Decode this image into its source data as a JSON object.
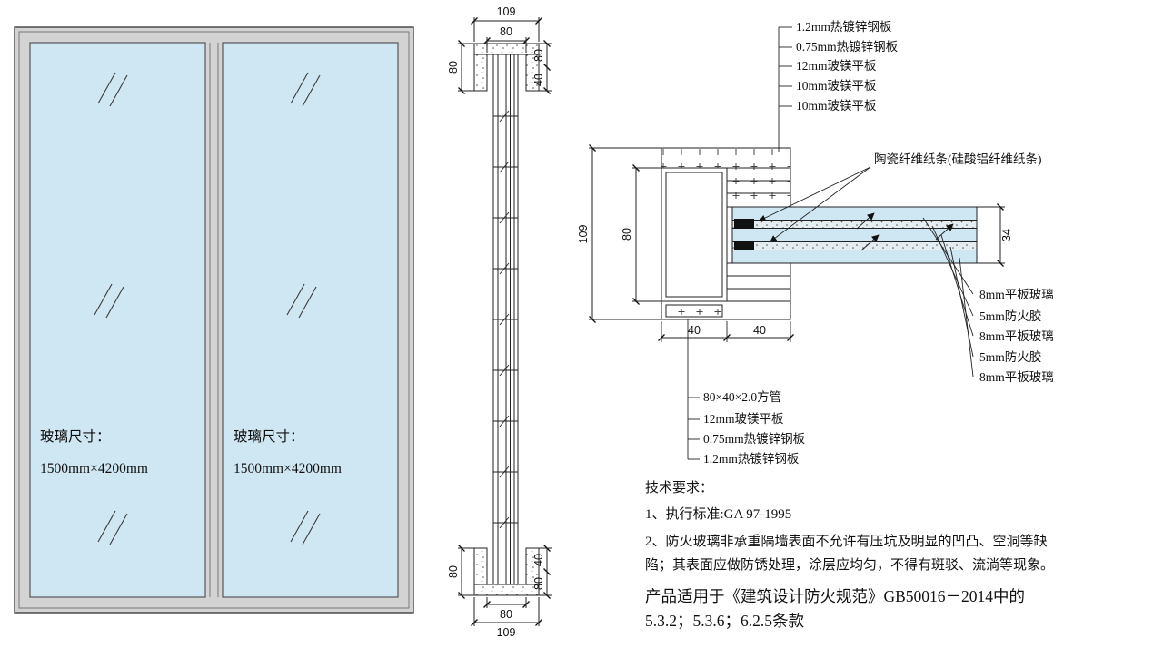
{
  "elevation": {
    "panels": [
      {
        "label": "玻璃尺寸：",
        "size": "1500mm×4200mm"
      },
      {
        "label": "玻璃尺寸：",
        "size": "1500mm×4200mm"
      }
    ]
  },
  "dims": {
    "d109": "109",
    "d80": "80",
    "d40": "40",
    "d34": "34"
  },
  "detail": {
    "top_labels": [
      "1.2mm热镀锌钢板",
      "0.75mm热镀锌钢板",
      "12mm玻镁平板",
      "10mm玻镁平板",
      "10mm玻镁平板"
    ],
    "ceramic_label": "陶瓷纤维纸条(硅酸铝纤维纸条)",
    "right_labels": [
      "8mm平板玻璃",
      "5mm防火胶",
      "8mm平板玻璃",
      "5mm防火胶",
      "8mm平板玻璃"
    ],
    "bottom_labels": [
      "80×40×2.0方管",
      "12mm玻镁平板",
      "0.75mm热镀锌钢板",
      "1.2mm热镀锌钢板"
    ]
  },
  "notes": {
    "heading": "技术要求：",
    "line1": "1、执行标准:GA 97-1995",
    "line2a": "2、防火玻璃非承重隔墙表面不允许有压坑及明显的凹凸、空洞等缺",
    "line2b": "陷；其表面应做防锈处理，涂层应均匀，不得有斑驳、流淌等现象。",
    "line3a": "产品适用于《建筑设计防火规范》GB50016－2014中的",
    "line3b": "5.3.2；5.3.6；6.2.5条款"
  },
  "colors": {
    "glass": "#cfe6f3",
    "frame_gray": "#d3d3d3",
    "line": "#1a1a1a"
  }
}
